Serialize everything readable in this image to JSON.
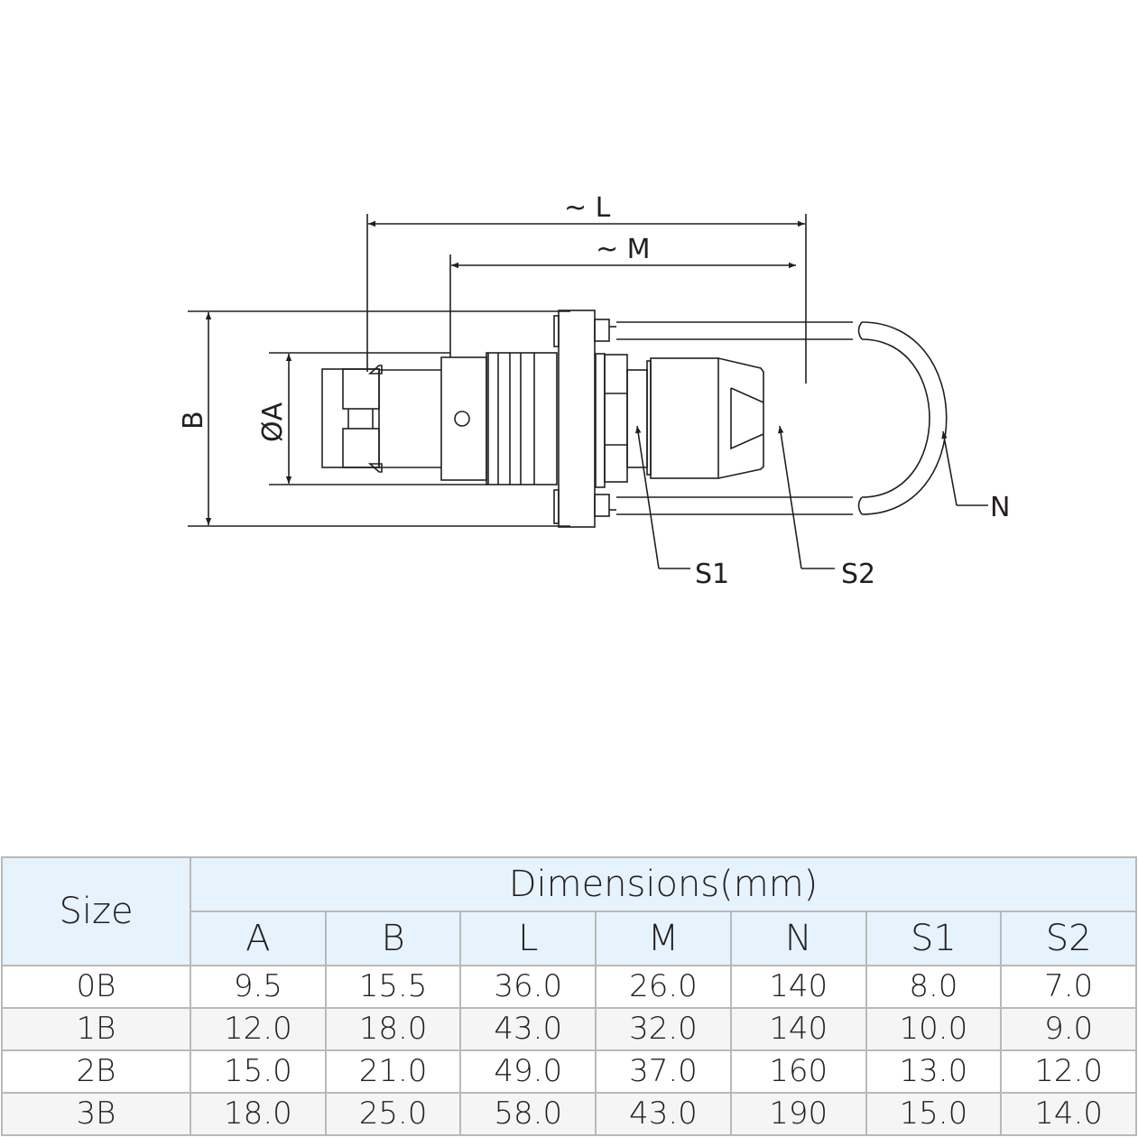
{
  "drawing": {
    "labels": {
      "L": "~ L",
      "M": "~ M",
      "B": "B",
      "A": "ØA",
      "N": "N",
      "S1": "S1",
      "S2": "S2"
    }
  },
  "table": {
    "size_header": "Size",
    "group_header": "Dimensions(mm)",
    "columns": [
      "A",
      "B",
      "L",
      "M",
      "N",
      "S1",
      "S2"
    ],
    "rows": [
      {
        "size": "0B",
        "values": [
          "9.5",
          "15.5",
          "36.0",
          "26.0",
          "140",
          "8.0",
          "7.0"
        ]
      },
      {
        "size": "1B",
        "values": [
          "12.0",
          "18.0",
          "43.0",
          "32.0",
          "140",
          "10.0",
          "9.0"
        ]
      },
      {
        "size": "2B",
        "values": [
          "15.0",
          "21.0",
          "49.0",
          "37.0",
          "160",
          "13.0",
          "12.0"
        ]
      },
      {
        "size": "3B",
        "values": [
          "18.0",
          "25.0",
          "58.0",
          "43.0",
          "190",
          "15.0",
          "14.0"
        ]
      }
    ],
    "colors": {
      "header_bg": "#e6f3fc",
      "alt_row_bg": "#f5f5f5",
      "border": "#b9b9b9"
    }
  }
}
